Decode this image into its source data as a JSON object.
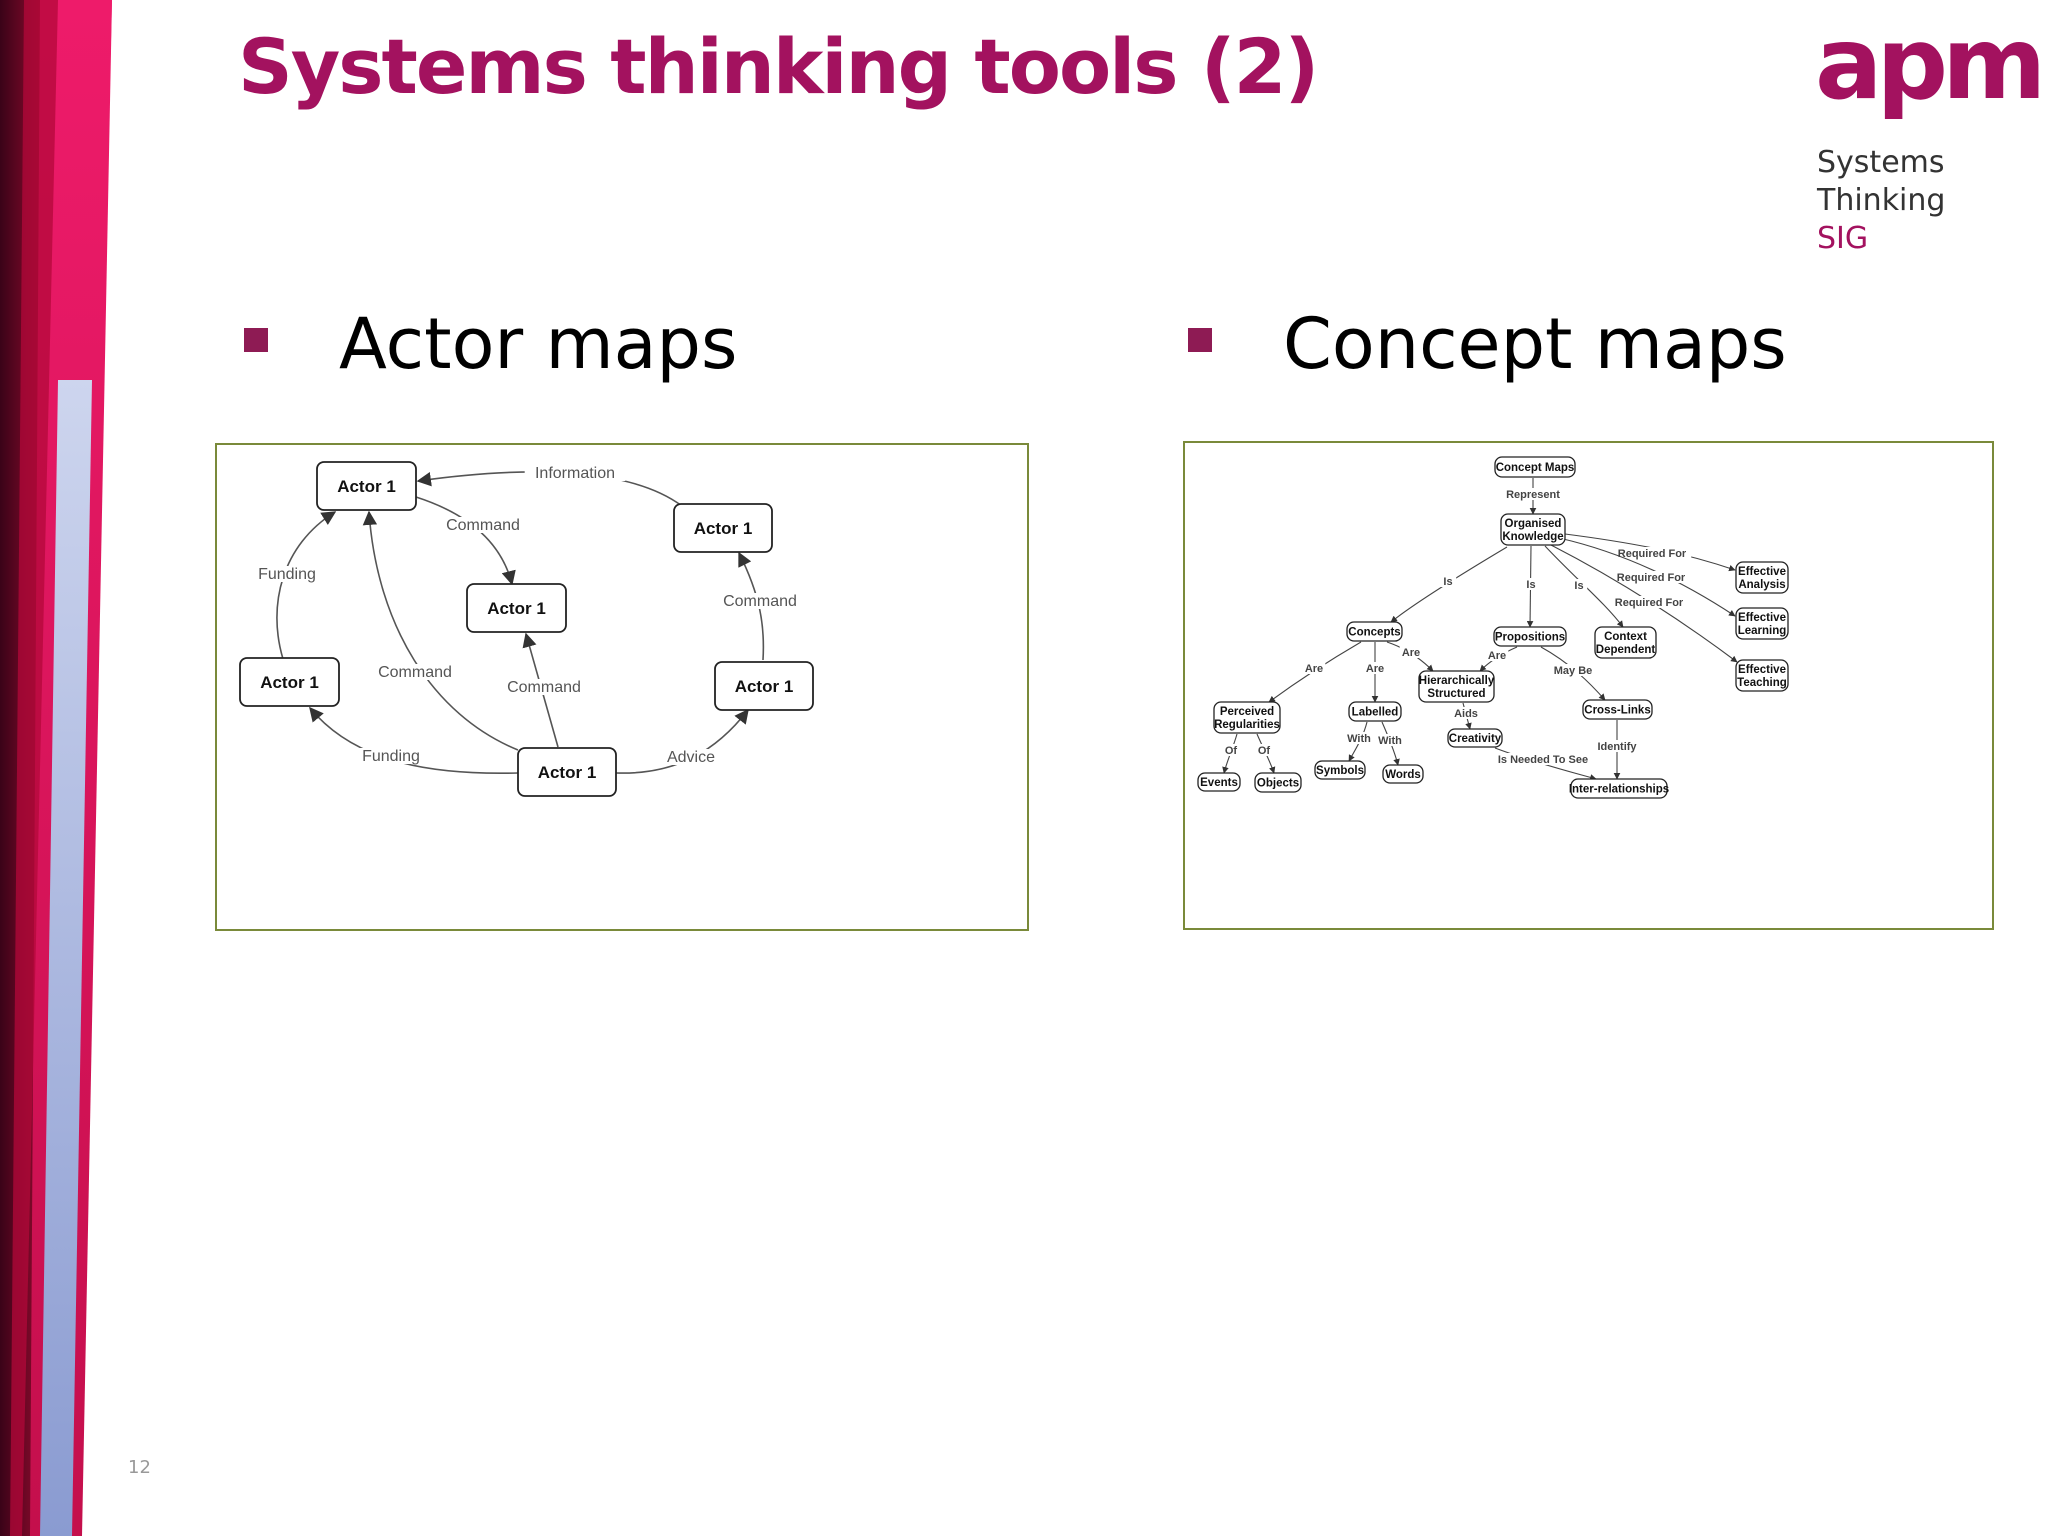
{
  "slide": {
    "title": "Systems thinking tools (2)",
    "page_number": "12"
  },
  "logo": {
    "word": "apm",
    "line1": "Systems",
    "line2": "Thinking",
    "line3": "SIG"
  },
  "bullets": [
    "Actor maps",
    "Concept maps"
  ],
  "colors": {
    "brand": "#a3125f",
    "bullet": "#8e1b54",
    "frame": "#7a8a3a"
  },
  "actor_map": {
    "nodes": [
      {
        "id": "a-top-left",
        "label": "Actor 1"
      },
      {
        "id": "a-top-right",
        "label": "Actor 1"
      },
      {
        "id": "a-center",
        "label": "Actor 1"
      },
      {
        "id": "a-left",
        "label": "Actor 1"
      },
      {
        "id": "a-right",
        "label": "Actor 1"
      },
      {
        "id": "a-bottom",
        "label": "Actor 1"
      }
    ],
    "edges": [
      {
        "id": "e-information",
        "label": "Information"
      },
      {
        "id": "e-command-1",
        "label": "Command"
      },
      {
        "id": "e-funding-1",
        "label": "Funding"
      },
      {
        "id": "e-command-2",
        "label": "Command"
      },
      {
        "id": "e-command-3",
        "label": "Command"
      },
      {
        "id": "e-command-4",
        "label": "Command"
      },
      {
        "id": "e-funding-2",
        "label": "Funding"
      },
      {
        "id": "e-advice",
        "label": "Advice"
      }
    ]
  },
  "concept_map": {
    "nodes": [
      {
        "id": "c-concept-maps",
        "lines": [
          "Concept Maps"
        ]
      },
      {
        "id": "c-organised",
        "lines": [
          "Organised",
          "Knowledge"
        ]
      },
      {
        "id": "c-eff-analysis",
        "lines": [
          "Effective",
          "Analysis"
        ]
      },
      {
        "id": "c-eff-learning",
        "lines": [
          "Effective",
          "Learning"
        ]
      },
      {
        "id": "c-eff-teaching",
        "lines": [
          "Effective",
          "Teaching"
        ]
      },
      {
        "id": "c-concepts",
        "lines": [
          "Concepts"
        ]
      },
      {
        "id": "c-propositions",
        "lines": [
          "Propositions"
        ]
      },
      {
        "id": "c-context",
        "lines": [
          "Context",
          "Dependent"
        ]
      },
      {
        "id": "c-hierarchical",
        "lines": [
          "Hierarchically",
          "Structured"
        ]
      },
      {
        "id": "c-perceived",
        "lines": [
          "Perceived",
          "Regularities"
        ]
      },
      {
        "id": "c-labelled",
        "lines": [
          "Labelled"
        ]
      },
      {
        "id": "c-crosslinks",
        "lines": [
          "Cross-Links"
        ]
      },
      {
        "id": "c-creativity",
        "lines": [
          "Creativity"
        ]
      },
      {
        "id": "c-events",
        "lines": [
          "Events"
        ]
      },
      {
        "id": "c-objects",
        "lines": [
          "Objects"
        ]
      },
      {
        "id": "c-symbols",
        "lines": [
          "Symbols"
        ]
      },
      {
        "id": "c-words",
        "lines": [
          "Words"
        ]
      },
      {
        "id": "c-interrel",
        "lines": [
          "Inter-relationships"
        ]
      }
    ],
    "links": [
      {
        "id": "l-represent",
        "label": "Represent"
      },
      {
        "id": "l-req-1",
        "label": "Required For"
      },
      {
        "id": "l-req-2",
        "label": "Required For"
      },
      {
        "id": "l-req-3",
        "label": "Required For"
      },
      {
        "id": "l-is-1",
        "label": "Is"
      },
      {
        "id": "l-is-2",
        "label": "Is"
      },
      {
        "id": "l-is-3",
        "label": "Is"
      },
      {
        "id": "l-are-1",
        "label": "Are"
      },
      {
        "id": "l-are-2",
        "label": "Are"
      },
      {
        "id": "l-are-3",
        "label": "Are"
      },
      {
        "id": "l-are-4",
        "label": "Are"
      },
      {
        "id": "l-maybe",
        "label": "May Be"
      },
      {
        "id": "l-aids",
        "label": "Aids"
      },
      {
        "id": "l-of-1",
        "label": "Of"
      },
      {
        "id": "l-of-2",
        "label": "Of"
      },
      {
        "id": "l-with-1",
        "label": "With"
      },
      {
        "id": "l-with-2",
        "label": "With"
      },
      {
        "id": "l-identify",
        "label": "Identify"
      },
      {
        "id": "l-needed",
        "label": "Is Needed To See"
      }
    ]
  }
}
